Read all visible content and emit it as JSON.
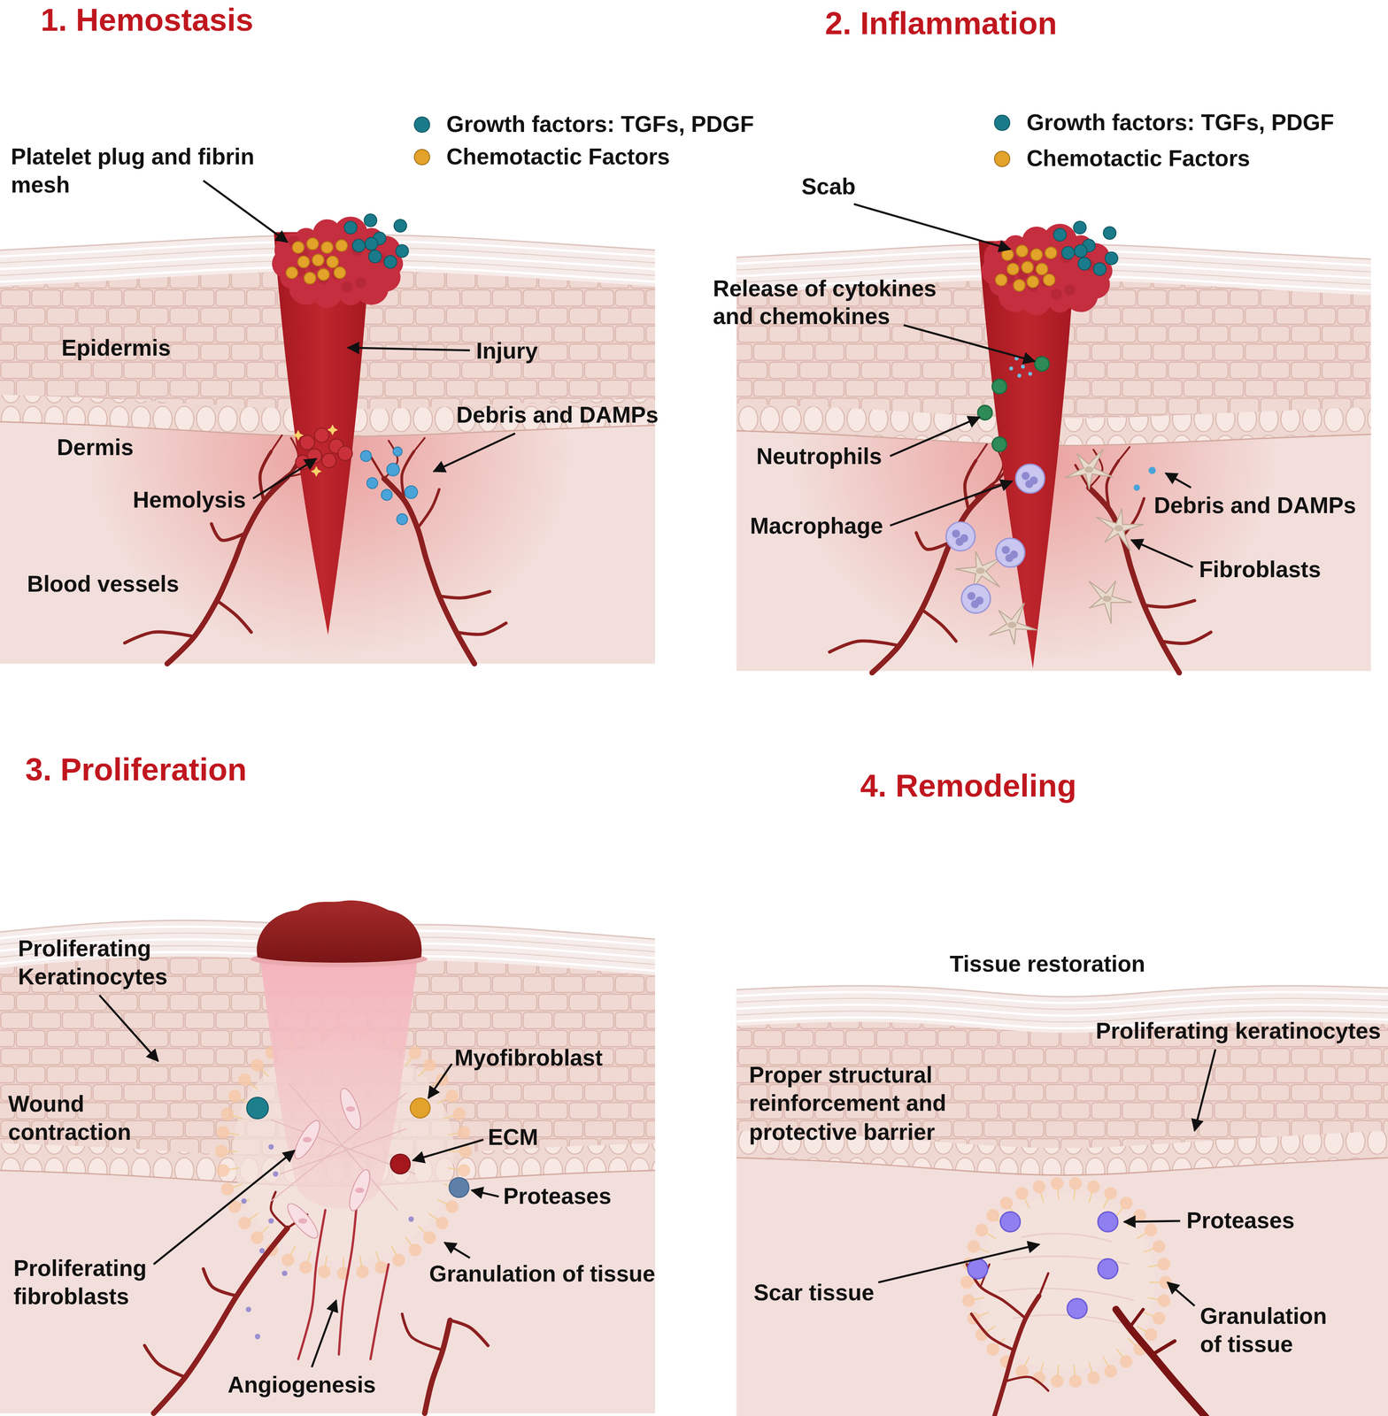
{
  "diagram": {
    "labels": [
      "1. Hemostasis",
      "Platelet plug and fibrin mesh",
      "Epidermis",
      "Injury",
      "Dermis",
      "Debris and DAMPs",
      "Hemolysis",
      "Blood vessels",
      "2. Inflammation",
      "Scab",
      "Release of cytokines and chemokines",
      "Neutrophils",
      "Macrophage",
      "Debris and DAMPs",
      "Fibroblasts",
      "3. Proliferation",
      "Proliferating Keratinocytes",
      "Myofibroblast",
      "Wound contraction",
      "ECM",
      "Proteases",
      "Proliferating fibroblasts",
      "Granulation of tissue",
      "Angiogenesis",
      "4. Remodeling",
      "Tissue restoration",
      "Proliferating keratinocytes",
      "Proper structural reinforcement and protective barrier",
      "Proteases",
      "Scar tissue",
      "Granulation of tissue"
    ],
    "legend": [
      {
        "text": "Growth factors: TGFs, PDGF",
        "color": "#1a7a8a"
      },
      {
        "text": "Chemotactic Factors",
        "color": "#e3a229"
      },
      {
        "text": "Growth factors: TGFs, PDGF",
        "color": "#1a7a8a"
      },
      {
        "text": "Chemotactic Factors",
        "color": "#e3a229"
      }
    ]
  }
}
